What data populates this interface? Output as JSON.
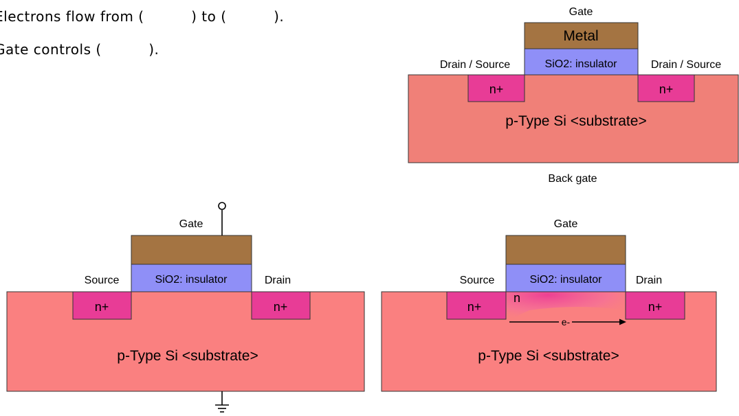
{
  "question": {
    "line1": "Electrons flow from (          ) to (          ).",
    "line2": "Gate controls (          )."
  },
  "top_diagram": {
    "gate_label": "Gate",
    "metal_label": "Metal",
    "insulator_label": "SiO2: insulator",
    "left_label": "Drain / Source",
    "right_label": "Drain / Source",
    "n_left": "n+",
    "n_right": "n+",
    "substrate_label": "p-Type Si <substrate>",
    "back_gate_label": "Back gate"
  },
  "bottom_left": {
    "gate_label": "Gate",
    "insulator_label": "SiO2: insulator",
    "source_label": "Source",
    "drain_label": "Drain",
    "n_left": "n+",
    "n_right": "n+",
    "substrate_label": "p-Type Si <substrate>"
  },
  "bottom_right": {
    "gate_label": "Gate",
    "insulator_label": "SiO2: insulator",
    "source_label": "Source",
    "drain_label": "Drain",
    "n_left": "n+",
    "n_right": "n+",
    "channel_label": "n",
    "electron_label": "e-",
    "substrate_label": "p-Type Si <substrate>"
  },
  "colors": {
    "substrate_top": "#f08078",
    "substrate_bottom": "#fa8080",
    "metal": "#a47442",
    "insulator": "#8f8ff7",
    "n_plus": "#e83c96",
    "channel": "#f46aa0"
  }
}
